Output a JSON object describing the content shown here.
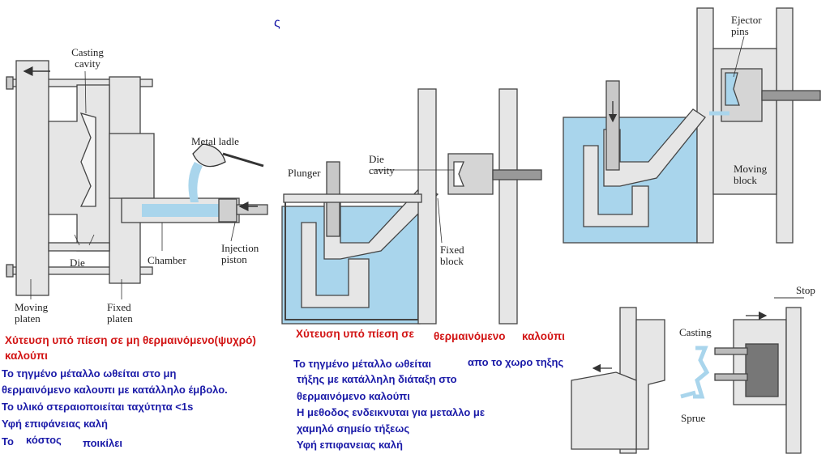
{
  "top_mark": "ς",
  "cold_chamber": {
    "labels": {
      "casting_cavity_1": "Casting",
      "casting_cavity_2": "cavity",
      "metal_ladle": "Metal ladle",
      "die": "Die",
      "chamber": "Chamber",
      "injection_piston_1": "Injection",
      "injection_piston_2": "piston",
      "moving_platen_1": "Moving",
      "moving_platen_2": "platen",
      "fixed_platen_1": "Fixed",
      "fixed_platen_2": "platen"
    },
    "title_1": "Χύτευση υπό πίεση σε μη θερμαινόμενο(ψυχρό)",
    "title_2": "καλούπι",
    "desc": [
      "Το τηγμένο μέταλλο ωθείται στο μη",
      "θερμαινόμενο καλουπι με κατάλληλο έμβολο.",
      "Το υλικό στεραιοποιείται ταχύτητα <1s",
      "Υφή επιφάνειας καλή"
    ],
    "cost_a": "Το",
    "cost_b": "κόστος",
    "cost_c": "ποικίλει"
  },
  "hot_chamber": {
    "labels": {
      "plunger": "Plunger",
      "die_cavity_1": "Die",
      "die_cavity_2": "cavity",
      "fixed_block_1": "Fixed",
      "fixed_block_2": "block"
    },
    "title_a": "Χύτευση υπό πίεση σε",
    "title_b": "θερμαινόμενο",
    "title_c": "καλούπι",
    "desc_a": "Το τηγμένο μέταλλο ωθείται",
    "desc_b": "απο το χωρο τηξης",
    "desc": [
      "τήξης με κατάλληλη διάταξη στο",
      "θερμαινόμενο καλούπι",
      "Η μεθοδος ενδεικνυται για μεταλλο με",
      "χαμηλό σημείο τήξεως",
      "Υφή επιφανειας καλή"
    ]
  },
  "ejection": {
    "labels": {
      "ejector_pins_1": "Ejector",
      "ejector_pins_2": "pins",
      "moving_block_1": "Moving",
      "moving_block_2": "block",
      "stop": "Stop",
      "casting": "Casting",
      "sprue": "Sprue"
    }
  },
  "colors": {
    "metal": "#a9d5ec",
    "structure": "#e6e6e6",
    "outline": "#444444",
    "red_text": "#d21414",
    "blue_text": "#1a1aa8"
  }
}
